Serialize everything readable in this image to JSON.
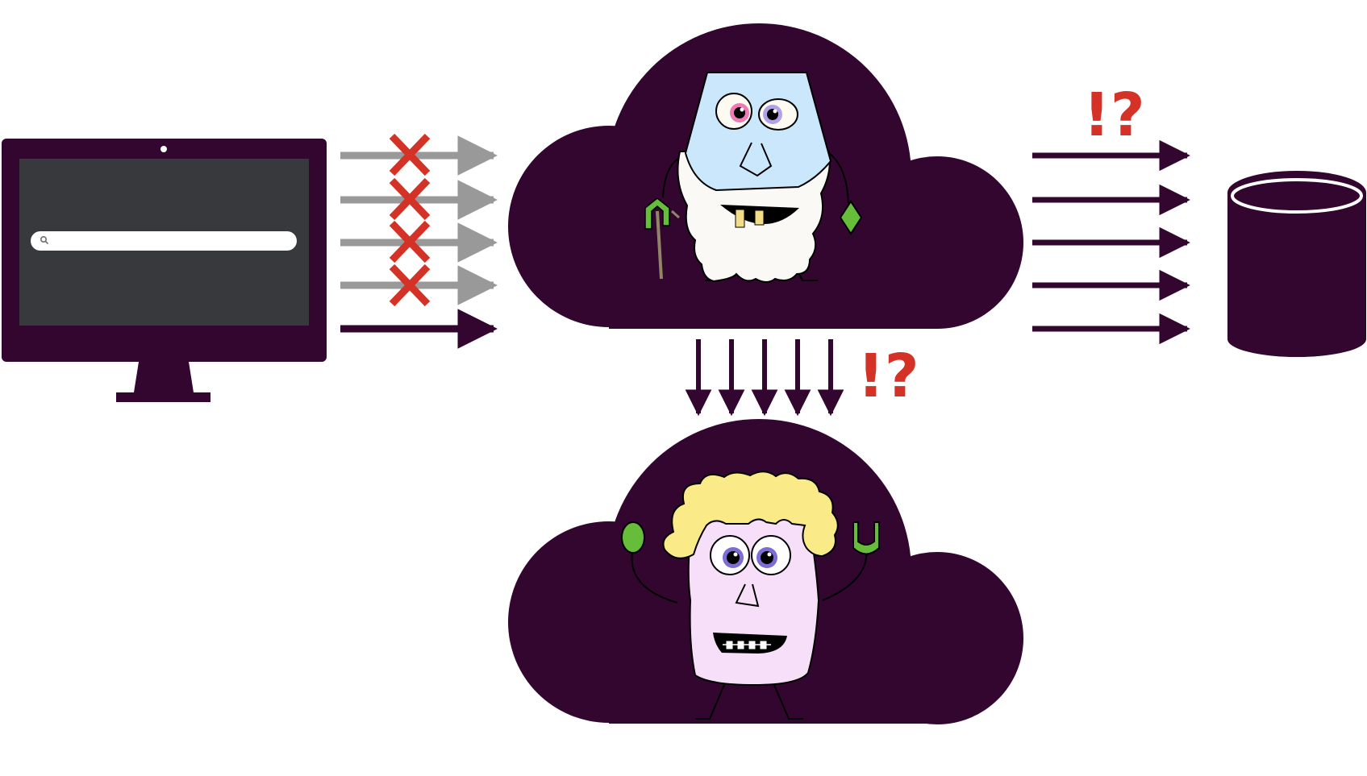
{
  "colors": {
    "primary": "#32062e",
    "blocked_arrow": "#999999",
    "blocked_mark": "#d43226",
    "alert": "#d43226",
    "screen": "#38393d",
    "old_face": "#cbe7fb",
    "young_face": "#f7def9",
    "hair": "#fbeb88",
    "accent_green": "#67bd3a"
  },
  "annotations": {
    "right_alert": "!?",
    "down_alert": "!?"
  },
  "icons": {
    "computer": "monitor-icon",
    "search": "search-icon",
    "database": "database-icon",
    "cloud_top": "cloud-icon",
    "cloud_bottom": "cloud-icon",
    "blocked": "x-mark-icon"
  },
  "flows": {
    "computer_to_cloud": {
      "total": 5,
      "blocked": 4
    },
    "cloud_to_database": {
      "total": 5,
      "blocked": 0
    },
    "cloud_to_cloud": {
      "total": 5,
      "blocked": 0
    }
  }
}
